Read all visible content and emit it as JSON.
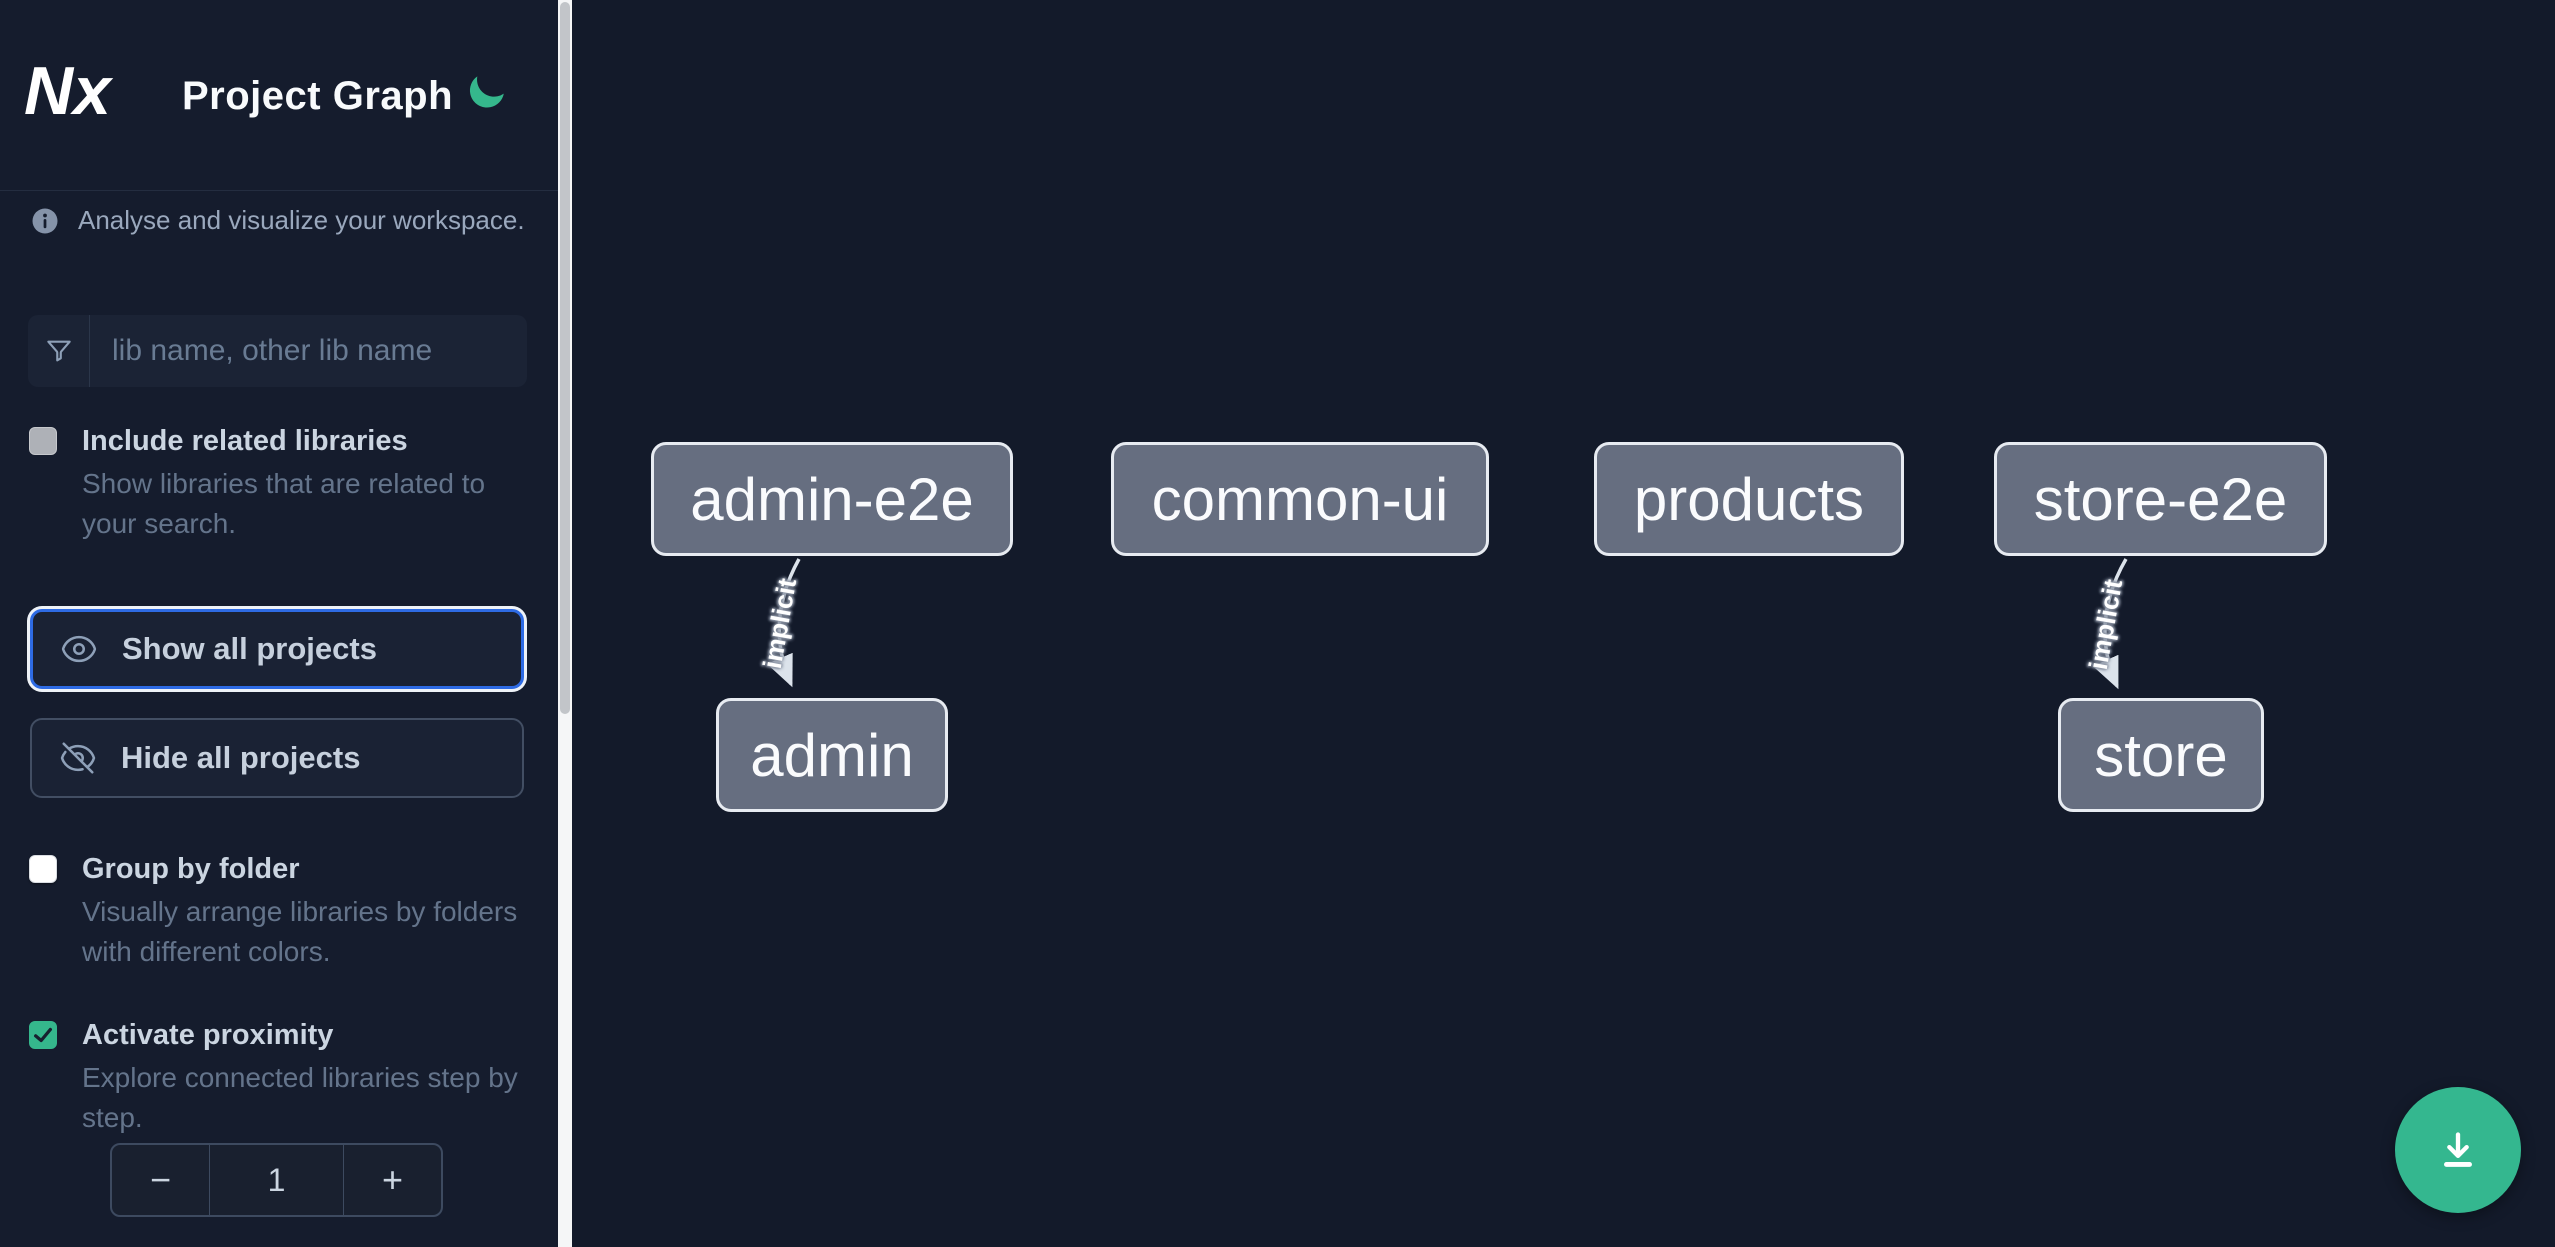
{
  "header": {
    "logo": "Nx",
    "title": "Project Graph",
    "theme_toggle_icon": "moon-icon"
  },
  "intro": {
    "text": "Analyse and visualize your workspace."
  },
  "filter": {
    "placeholder": "lib name, other lib name",
    "value": "",
    "icon": "funnel-icon"
  },
  "toggles": {
    "include_related": {
      "label": "Include related libraries",
      "description": "Show libraries that are related to your search.",
      "checked": false
    },
    "group_by_folder": {
      "label": "Group by folder",
      "description": "Visually arrange libraries by folders with different colors.",
      "checked": false
    },
    "activate_proximity": {
      "label": "Activate proximity",
      "description": "Explore connected libraries step by step.",
      "checked": true
    }
  },
  "buttons": {
    "show_all": "Show all projects",
    "hide_all": "Hide all projects"
  },
  "stepper": {
    "decrement": "−",
    "value": "1",
    "increment": "+"
  },
  "graph": {
    "nodes": [
      {
        "id": "admin-e2e",
        "label": "admin-e2e"
      },
      {
        "id": "common-ui",
        "label": "common-ui"
      },
      {
        "id": "products",
        "label": "products"
      },
      {
        "id": "store-e2e",
        "label": "store-e2e"
      },
      {
        "id": "admin",
        "label": "admin"
      },
      {
        "id": "store",
        "label": "store"
      }
    ],
    "edges": [
      {
        "from": "admin-e2e",
        "to": "admin",
        "label": "implicit"
      },
      {
        "from": "store-e2e",
        "to": "store",
        "label": "implicit"
      }
    ]
  },
  "fab": {
    "icon": "download-icon"
  },
  "colors": {
    "accent_teal": "#34b78f",
    "focus_blue": "#2e6be4",
    "sidebar_bg": "#151c2d",
    "canvas_bg": "#131a2a",
    "node_fill": "#666e80",
    "node_border": "#e7ebf1",
    "text_strong": "#cbd5e1",
    "text_muted": "#64748b"
  }
}
